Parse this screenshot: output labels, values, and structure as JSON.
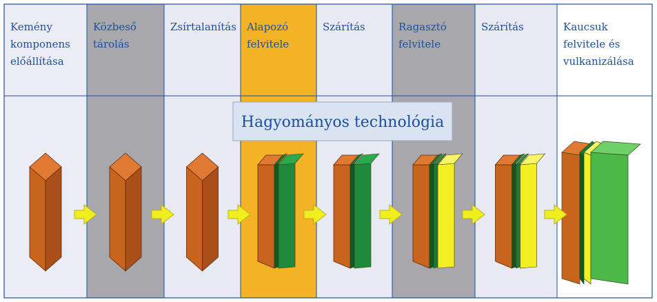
{
  "banner": {
    "text": "Hagyományos technológia"
  },
  "stages": [
    {
      "lines": [
        "Kemény",
        "komponens",
        "előállítása"
      ],
      "bg": "#ececf4",
      "label_color": "#1b4f9e",
      "block": "brick"
    },
    {
      "lines": [
        "Közbeső",
        "tárolás"
      ],
      "bg": "#a8a8ac",
      "label_color": "#1b4f9e",
      "block": "brick"
    },
    {
      "lines": [
        "Zsírtalanítás"
      ],
      "bg": "#e9e9f2",
      "label_color": "#1b4f9e",
      "block": "brick"
    },
    {
      "lines": [
        "Alapozó",
        "felvitele"
      ],
      "bg": "#f4b225",
      "label_color": "#ffffff",
      "block": "brick-green"
    },
    {
      "lines": [
        "Szárítás"
      ],
      "bg": "#e9e9f2",
      "label_color": "#1b4f9e",
      "block": "brick-green"
    },
    {
      "lines": [
        "Ragasztó",
        "felvitele"
      ],
      "bg": "#a8a8ac",
      "label_color": "#ffffff",
      "block": "brick-green-yellow"
    },
    {
      "lines": [
        "Szárítás"
      ],
      "bg": "#e9e9f2",
      "label_color": "#1b4f9e",
      "block": "brick-green-yellow"
    },
    {
      "lines": [
        "Kaucsuk",
        "felvitele és",
        "vulkanizálása"
      ],
      "bg": "#ffffff",
      "label_color": "#1b4f9e",
      "block": "full"
    }
  ],
  "colors": {
    "brick_front": "#c8641e",
    "brick_side": "#a9501a",
    "brick_top": "#e07a32",
    "green_front": "#1f8a3c",
    "green_top": "#2da84c",
    "yellow_front": "#f2ee22",
    "yellow_top": "#f8f46a",
    "rubber_front": "#4cb848",
    "rubber_top": "#6fd06a",
    "arrow": "#f1ee1f",
    "arrow_stroke": "#b7b21a",
    "grid_line": "#1b4f9e"
  }
}
